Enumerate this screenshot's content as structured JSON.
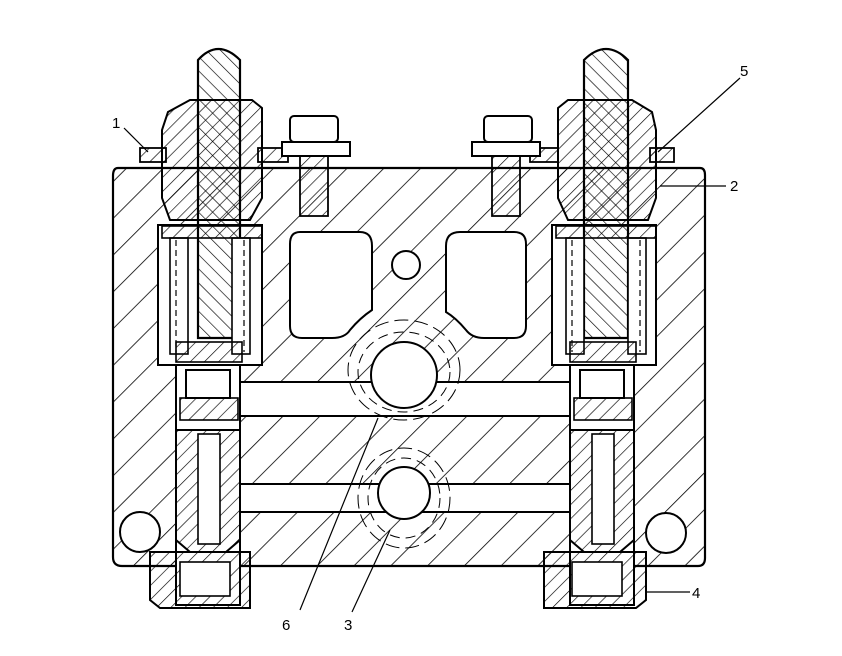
{
  "drawing": {
    "callouts": [
      {
        "id": "1",
        "label": "1"
      },
      {
        "id": "2",
        "label": "2"
      },
      {
        "id": "3",
        "label": "3"
      },
      {
        "id": "4",
        "label": "4"
      },
      {
        "id": "5",
        "label": "5"
      },
      {
        "id": "6",
        "label": "6"
      }
    ],
    "colors": {
      "ink": "#000000",
      "paper": "#ffffff"
    }
  }
}
